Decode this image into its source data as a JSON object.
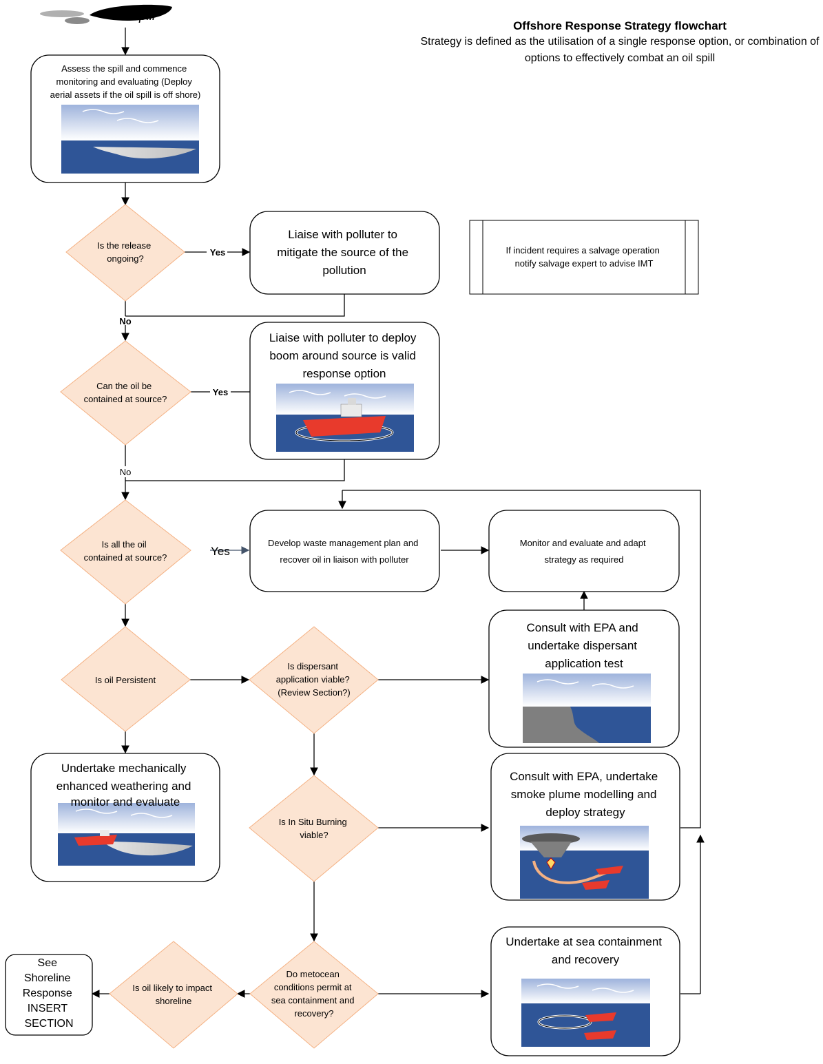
{
  "header": {
    "logo_text": "Oil Spill",
    "title": "Offshore Response Strategy flowchart",
    "subtitle": "Strategy is defined as the utilisation of a single response option, or combination of options to effectively combat an oil spill"
  },
  "nodes": {
    "assess": "Assess the spill and commence monitoring and evaluating (Deploy aerial assets if the oil spill is off shore)",
    "release_ongoing": "Is the release ongoing?",
    "mitigate": "Liaise with polluter to mitigate the source of the pollution",
    "salvage": "If incident requires a salvage operation notify salvage expert to advise IMT",
    "contained_q": "Can the oil be contained at source?",
    "boom": "Liaise with polluter to deploy boom around source is valid response option",
    "all_contained_q": "Is all the oil contained at source?",
    "waste_plan": "Develop waste management plan and recover oil in liaison with polluter",
    "monitor_adapt": "Monitor and evaluate and adapt strategy as required",
    "persistent_q": "Is oil Persistent",
    "dispersant_q": "Is dispersant application viable? (Review Section?)",
    "dispersant_test": "Consult with EPA and undertake dispersant application test",
    "weathering": "Undertake mechanically enhanced weathering and monitor and evaluate",
    "isb_q": "Is In Situ Burning viable?",
    "smoke_plume": "Consult with EPA, undertake smoke plume modelling and deploy strategy",
    "metocean_q": "Do metocean conditions permit at sea containment and recovery?",
    "shoreline_q": "Is oil likely to impact shoreline",
    "see_shoreline": "See Shoreline Response INSERT SECTION",
    "containment": "Undertake at sea containment and recovery"
  },
  "edge_labels": {
    "yes_release": "Yes",
    "no_release": "No",
    "yes_contained": "Yes",
    "no_contained": "No",
    "yes_all": "Yes"
  },
  "colors": {
    "diamond_fill": "#fce4d2",
    "diamond_stroke": "#f4b183",
    "sky_top": "#9eb3dc",
    "sky_bottom": "#ffffff",
    "sea": "#2f5597",
    "slick": "#c8c8c8",
    "vessel": "#e83a2c",
    "yes_arrow": "#44546a"
  },
  "icons": [
    "oil-spill-logo-icon",
    "ocean-slick-illustration",
    "vessel-boom-illustration",
    "dispersant-illustration",
    "weathering-vessel-illustration",
    "in-situ-burn-illustration",
    "containment-vessels-illustration"
  ]
}
